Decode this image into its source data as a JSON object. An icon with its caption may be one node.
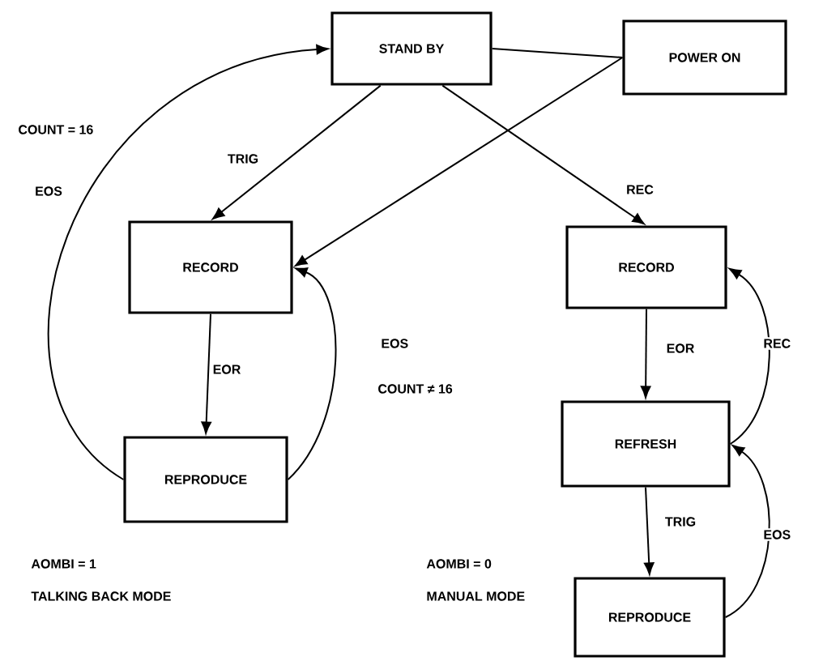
{
  "diagram": {
    "nodes": [
      {
        "text": [
          "STAND BY"
        ]
      },
      {
        "text": [
          "POWER ON"
        ]
      },
      {
        "text": [
          "RECORD"
        ]
      },
      {
        "text": [
          "REPRODUCE"
        ]
      },
      {
        "text": [
          "RECORD"
        ]
      },
      {
        "text": [
          "REFRESH"
        ]
      },
      {
        "text": [
          "REPRODUCE"
        ]
      }
    ],
    "edges": [
      {
        "from": 0,
        "to": 1,
        "arrow": "none"
      },
      {
        "from": 1,
        "to": 2,
        "arrow": "to"
      },
      {
        "from": 0,
        "to": 2,
        "arrow": "to",
        "label": "TRIG"
      },
      {
        "from": 0,
        "to": 4,
        "arrow": "to",
        "label": "REC"
      },
      {
        "from": 2,
        "to": 3,
        "arrow": "to",
        "label": "EOR"
      },
      {
        "from": 3,
        "to": 2,
        "arrow": "to",
        "label": "EOS"
      },
      {
        "from": 3,
        "to": 0,
        "arrow": "to",
        "label": "EOS"
      },
      {
        "from": 4,
        "to": 5,
        "arrow": "to",
        "label": "EOR"
      },
      {
        "from": 5,
        "to": 4,
        "arrow": "to",
        "label": "REC"
      },
      {
        "from": 5,
        "to": 6,
        "arrow": "to",
        "label": "TRIG"
      },
      {
        "from": 6,
        "to": 5,
        "arrow": "to",
        "label": "EOS"
      }
    ],
    "labels": [
      "COUNT = 16",
      "COUNT ≠ 16",
      "AOMBI = 1",
      "TALKING BACK MODE",
      "AOMBI = 0",
      "MANUAL MODE"
    ]
  }
}
